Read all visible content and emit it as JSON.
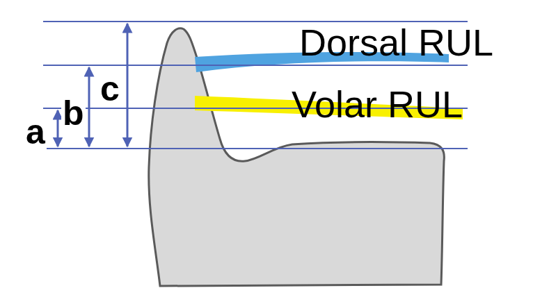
{
  "diagram": {
    "labels": [
      "Dorsal RUL",
      "Volar RUL",
      "a",
      "b",
      "c"
    ]
  }
}
